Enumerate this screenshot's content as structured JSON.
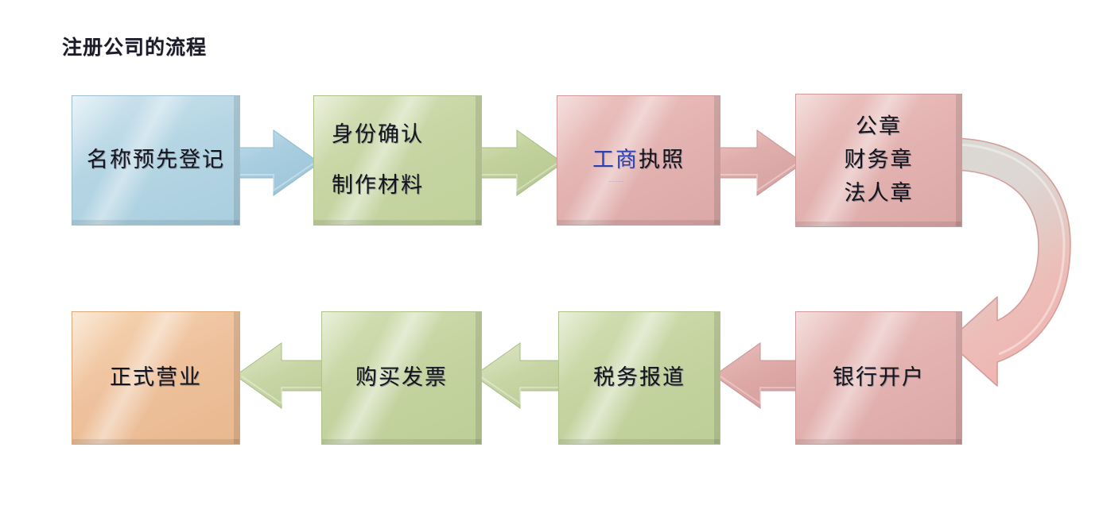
{
  "title": "注册公司的流程",
  "colors": {
    "blue": "#b5d5e4",
    "green": "#c6d5a3",
    "pink": "#e3b3b1",
    "orange": "#eec19c",
    "gray_arrow": "#d6d4d0",
    "text_dark": "#14141c",
    "text_blue": "#2c3fb0",
    "background": "#ffffff"
  },
  "flow": {
    "row1": [
      {
        "id": "name-pre-registration",
        "label": "名称预先登记",
        "lines": [
          "名称预先登记"
        ],
        "color": "blue",
        "align": "center"
      },
      {
        "id": "identity-and-materials",
        "label": "身份确认 制作材料",
        "lines": [
          "身份确认",
          "制作材料"
        ],
        "color": "green",
        "align": "left"
      },
      {
        "id": "business-license",
        "label": "工商执照",
        "lines": [
          "工商执照"
        ],
        "highlight_prefix": "工商",
        "highlight_suffix": "执照",
        "color": "pink",
        "align": "center"
      },
      {
        "id": "company-seals",
        "label": "公章 财务章 法人章",
        "lines": [
          "公章",
          "财务章",
          "法人章"
        ],
        "color": "pink",
        "align": "center"
      }
    ],
    "row2": [
      {
        "id": "official-operation",
        "label": "正式营业",
        "lines": [
          "正式营业"
        ],
        "color": "orange",
        "align": "center"
      },
      {
        "id": "purchase-invoices",
        "label": "购买发票",
        "lines": [
          "购买发票"
        ],
        "color": "green",
        "align": "center"
      },
      {
        "id": "tax-registration",
        "label": "税务报道",
        "lines": [
          "税务报道"
        ],
        "color": "green",
        "align": "center"
      },
      {
        "id": "bank-account-opening",
        "label": "银行开户",
        "lines": [
          "银行开户"
        ],
        "color": "pink",
        "align": "center"
      }
    ]
  },
  "connectors": [
    {
      "id": "arrow-1-2",
      "direction": "right",
      "color": "blue",
      "from": "名称预先登记",
      "to": "身份确认 制作材料"
    },
    {
      "id": "arrow-2-3",
      "direction": "right",
      "color": "green",
      "from": "身份确认 制作材料",
      "to": "工商执照"
    },
    {
      "id": "arrow-3-4",
      "direction": "right",
      "color": "pink",
      "from": "工商执照",
      "to": "公章 财务章 法人章"
    },
    {
      "id": "arrow-wrap",
      "direction": "curve-down-left",
      "color": "gray-to-pink",
      "from": "公章 财务章 法人章",
      "to": "银行开户"
    },
    {
      "id": "arrow-bank-tax",
      "direction": "left",
      "color": "pink",
      "from": "银行开户",
      "to": "税务报道"
    },
    {
      "id": "arrow-tax-invoice",
      "direction": "left",
      "color": "green",
      "from": "税务报道",
      "to": "购买发票"
    },
    {
      "id": "arrow-invoice-operation",
      "direction": "left",
      "color": "green",
      "from": "购买发票",
      "to": "正式营业"
    }
  ],
  "artifacts": {
    "license_watermark": "············"
  }
}
